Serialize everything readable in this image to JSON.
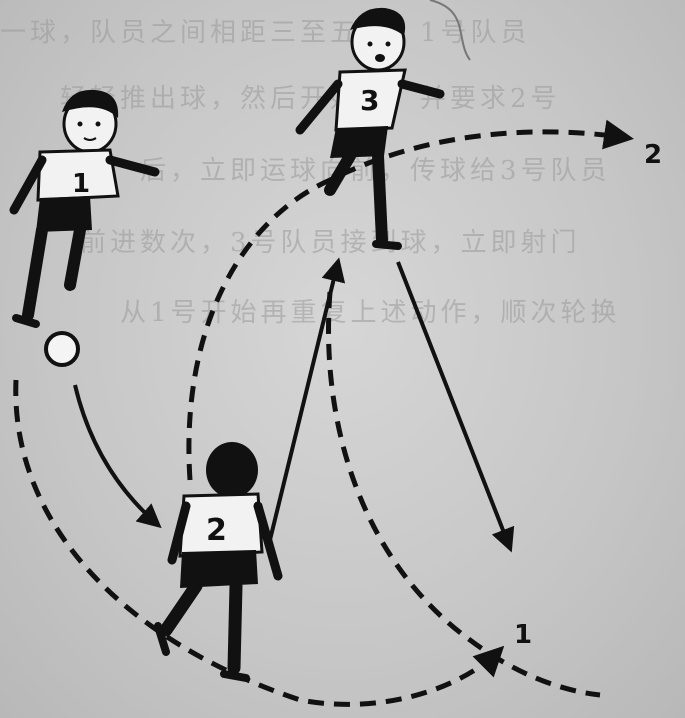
{
  "background_text": [
    "一球，队员之间相距三至五米，1号队员",
    "轻轻推出球，然后开始跑，并要求2号",
    "后，立即运球向前，传球给3号队员",
    "前进数次，3号队员接到球，立即射门",
    "从1号开始再重复上述动作，顺次轮换"
  ],
  "markers": {
    "point_1": "1",
    "point_2": "2"
  },
  "players": {
    "player_1": "1",
    "player_2": "2",
    "player_3": "3"
  },
  "colors": {
    "ink": "#111111",
    "paper": "#c9c9c9",
    "ghost_text": "#9a9a9a",
    "jersey": "#f2f2f2"
  }
}
